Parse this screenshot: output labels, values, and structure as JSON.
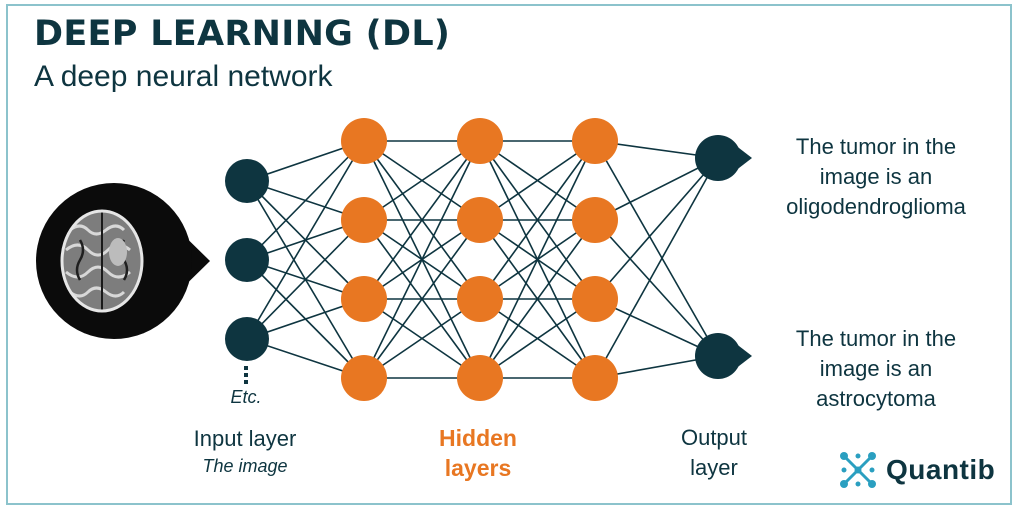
{
  "header": {
    "title": "DEEP LEARNING (DL)",
    "subtitle": "A deep neural network"
  },
  "network": {
    "input_layer": {
      "label": "Input layer",
      "sublabel": "The image",
      "etc_label": "Etc.",
      "node_count": 3
    },
    "hidden_layers": {
      "label_line1": "Hidden",
      "label_line2": "layers",
      "layer_count": 3,
      "nodes_per_layer": 4
    },
    "output_layer": {
      "label_line1": "Output",
      "label_line2": "layer",
      "node_count": 2
    }
  },
  "outputs": [
    {
      "line1": "The tumor in the",
      "line2": "image is an",
      "line3": "oligodendroglioma"
    },
    {
      "line1": "The tumor in the",
      "line2": "image is an",
      "line3": "astrocytoma"
    }
  ],
  "brand": {
    "name": "Quantib"
  },
  "colors": {
    "dark": "#0e3540",
    "orange": "#e87722",
    "border": "#8cc3cc",
    "brand_accent": "#2a9fc0"
  },
  "icons": {
    "input_image": "brain-mri-icon",
    "logo": "quantib-logo-icon"
  }
}
